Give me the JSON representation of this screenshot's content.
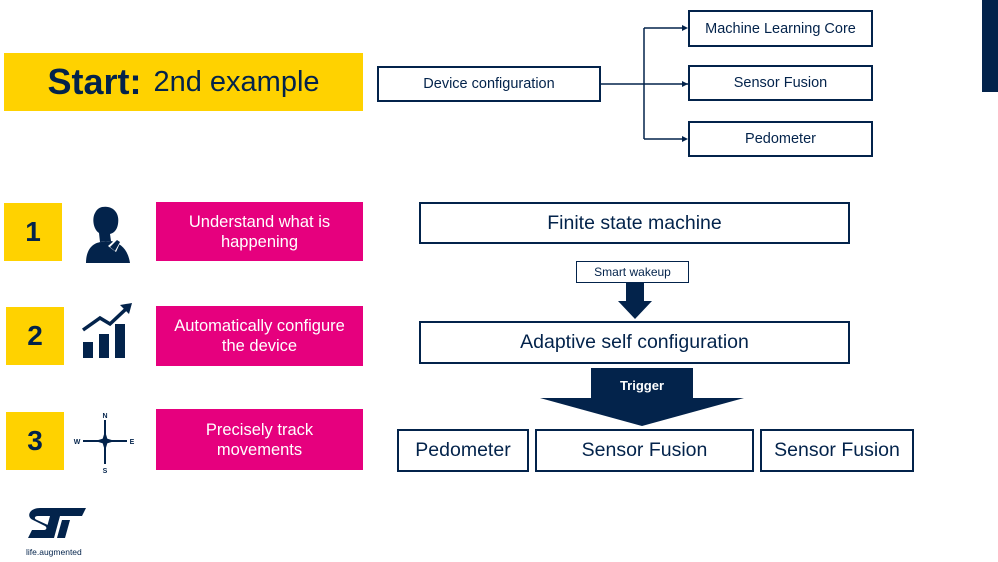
{
  "title": {
    "main": "Start:",
    "sub": "2nd example"
  },
  "steps": [
    {
      "number": "1",
      "text": "Understand what is happening",
      "icon": "thinking-person-icon"
    },
    {
      "number": "2",
      "text": "Automatically configure the device",
      "icon": "growth-chart-icon"
    },
    {
      "number": "3",
      "text": "Precisely track movements",
      "icon": "compass-icon"
    }
  ],
  "compass": {
    "n": "N",
    "s": "S",
    "e": "E",
    "w": "W"
  },
  "config": {
    "source": "Device configuration",
    "targets": [
      "Machine Learning Core",
      "Sensor Fusion",
      "Pedometer"
    ]
  },
  "flow": {
    "fsm": "Finite state machine",
    "wakeup": "Smart wakeup",
    "adaptive": "Adaptive self configuration",
    "trigger": "Trigger",
    "outputs": [
      "Pedometer",
      "Sensor Fusion",
      "Sensor Fusion"
    ]
  },
  "logo": {
    "tagline": "life.augmented"
  },
  "colors": {
    "yellow": "#FFD200",
    "pink": "#E6007E",
    "navy": "#03234B"
  }
}
